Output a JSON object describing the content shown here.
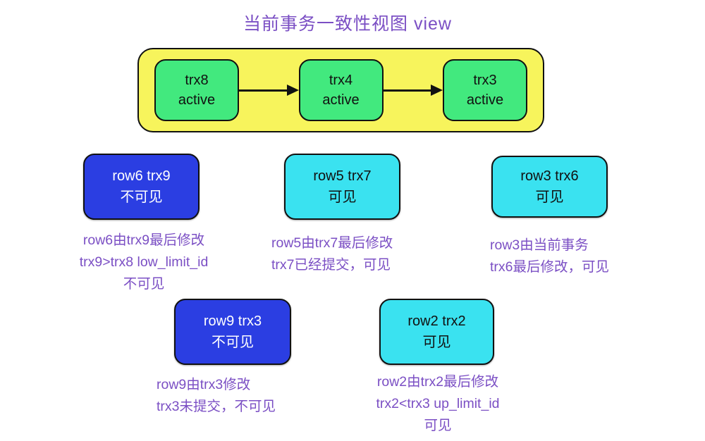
{
  "title": "当前事务一致性视图 view",
  "colors": {
    "title_text": "#7b4fc4",
    "caption_text": "#7b4fc4",
    "panel_yellow": "#f7f45c",
    "node_green": "#42e97e",
    "card_visible_cyan": "#3ae2f0",
    "card_invisible_blue": "#2b3ee2",
    "border_black": "#111111"
  },
  "active_transactions": {
    "nodes": [
      {
        "name": "trx8",
        "status": "active"
      },
      {
        "name": "trx4",
        "status": "active"
      },
      {
        "name": "trx3",
        "status": "active"
      }
    ]
  },
  "row_cards": [
    {
      "id": "row6",
      "title": "row6 trx9",
      "visibility": "不可见",
      "caption_lines": [
        "row6由trx9最后修改",
        "trx9>trx8 low_limit_id",
        "不可见"
      ]
    },
    {
      "id": "row5",
      "title": "row5 trx7",
      "visibility": "可见",
      "caption_lines": [
        "row5由trx7最后修改",
        "trx7已经提交，可见"
      ]
    },
    {
      "id": "row3",
      "title": "row3 trx6",
      "visibility": "可见",
      "caption_lines": [
        "row3由当前事务",
        "trx6最后修改，可见"
      ]
    },
    {
      "id": "row9",
      "title": "row9 trx3",
      "visibility": "不可见",
      "caption_lines": [
        "row9由trx3修改",
        "trx3未提交，不可见"
      ]
    },
    {
      "id": "row2",
      "title": "row2 trx2",
      "visibility": "可见",
      "caption_lines": [
        "row2由trx2最后修改",
        "trx2<trx3 up_limit_id",
        "可见"
      ]
    }
  ]
}
